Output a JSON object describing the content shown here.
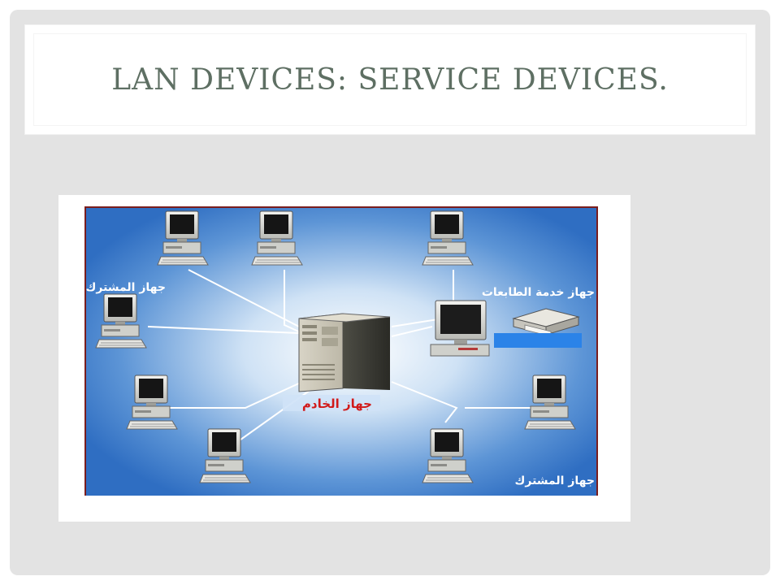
{
  "slide": {
    "title": "LAN Devices: Service Devices.",
    "colors": {
      "slide_bg": "#e3e3e3",
      "title_text": "#5e6f63",
      "diagram_bg": "#3d79c9",
      "frame_border": "#7a1d1d",
      "server_label": "#d11a1a",
      "client_label": "#ffffff",
      "printer_label": "#ffffff",
      "label_box": "#2b83e8"
    }
  },
  "diagram": {
    "server_label": "جهاز الخادم",
    "printer_server_label": "جهاز خدمة الطابعات",
    "client_label_top": "جهاز المشترك",
    "client_label_bottom": "جهاز المشترك",
    "icons": [
      "server-icon",
      "computer-icon",
      "printer-icon",
      "print-server-computer-icon"
    ]
  }
}
